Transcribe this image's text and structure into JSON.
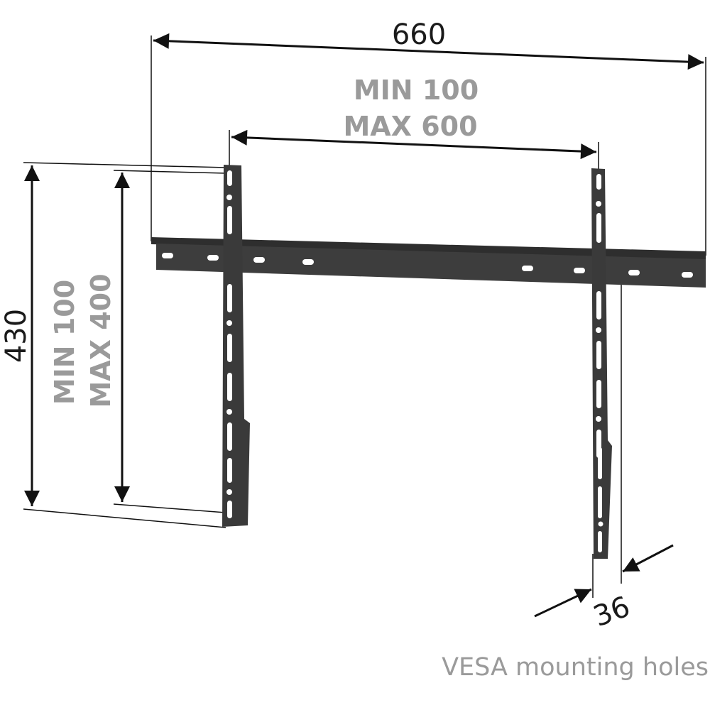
{
  "dimensions": {
    "overall_width": "660",
    "horizontal_vesa_min": "MIN 100",
    "horizontal_vesa_max": "MAX 600",
    "overall_height": "430",
    "vertical_vesa_min": "MIN 100",
    "vertical_vesa_max": "MAX 400",
    "depth": "36"
  },
  "caption": "VESA mounting holes",
  "colors": {
    "bracket": "#3a3a3a",
    "label_grey": "#9a9a9a",
    "line": "#111111"
  }
}
